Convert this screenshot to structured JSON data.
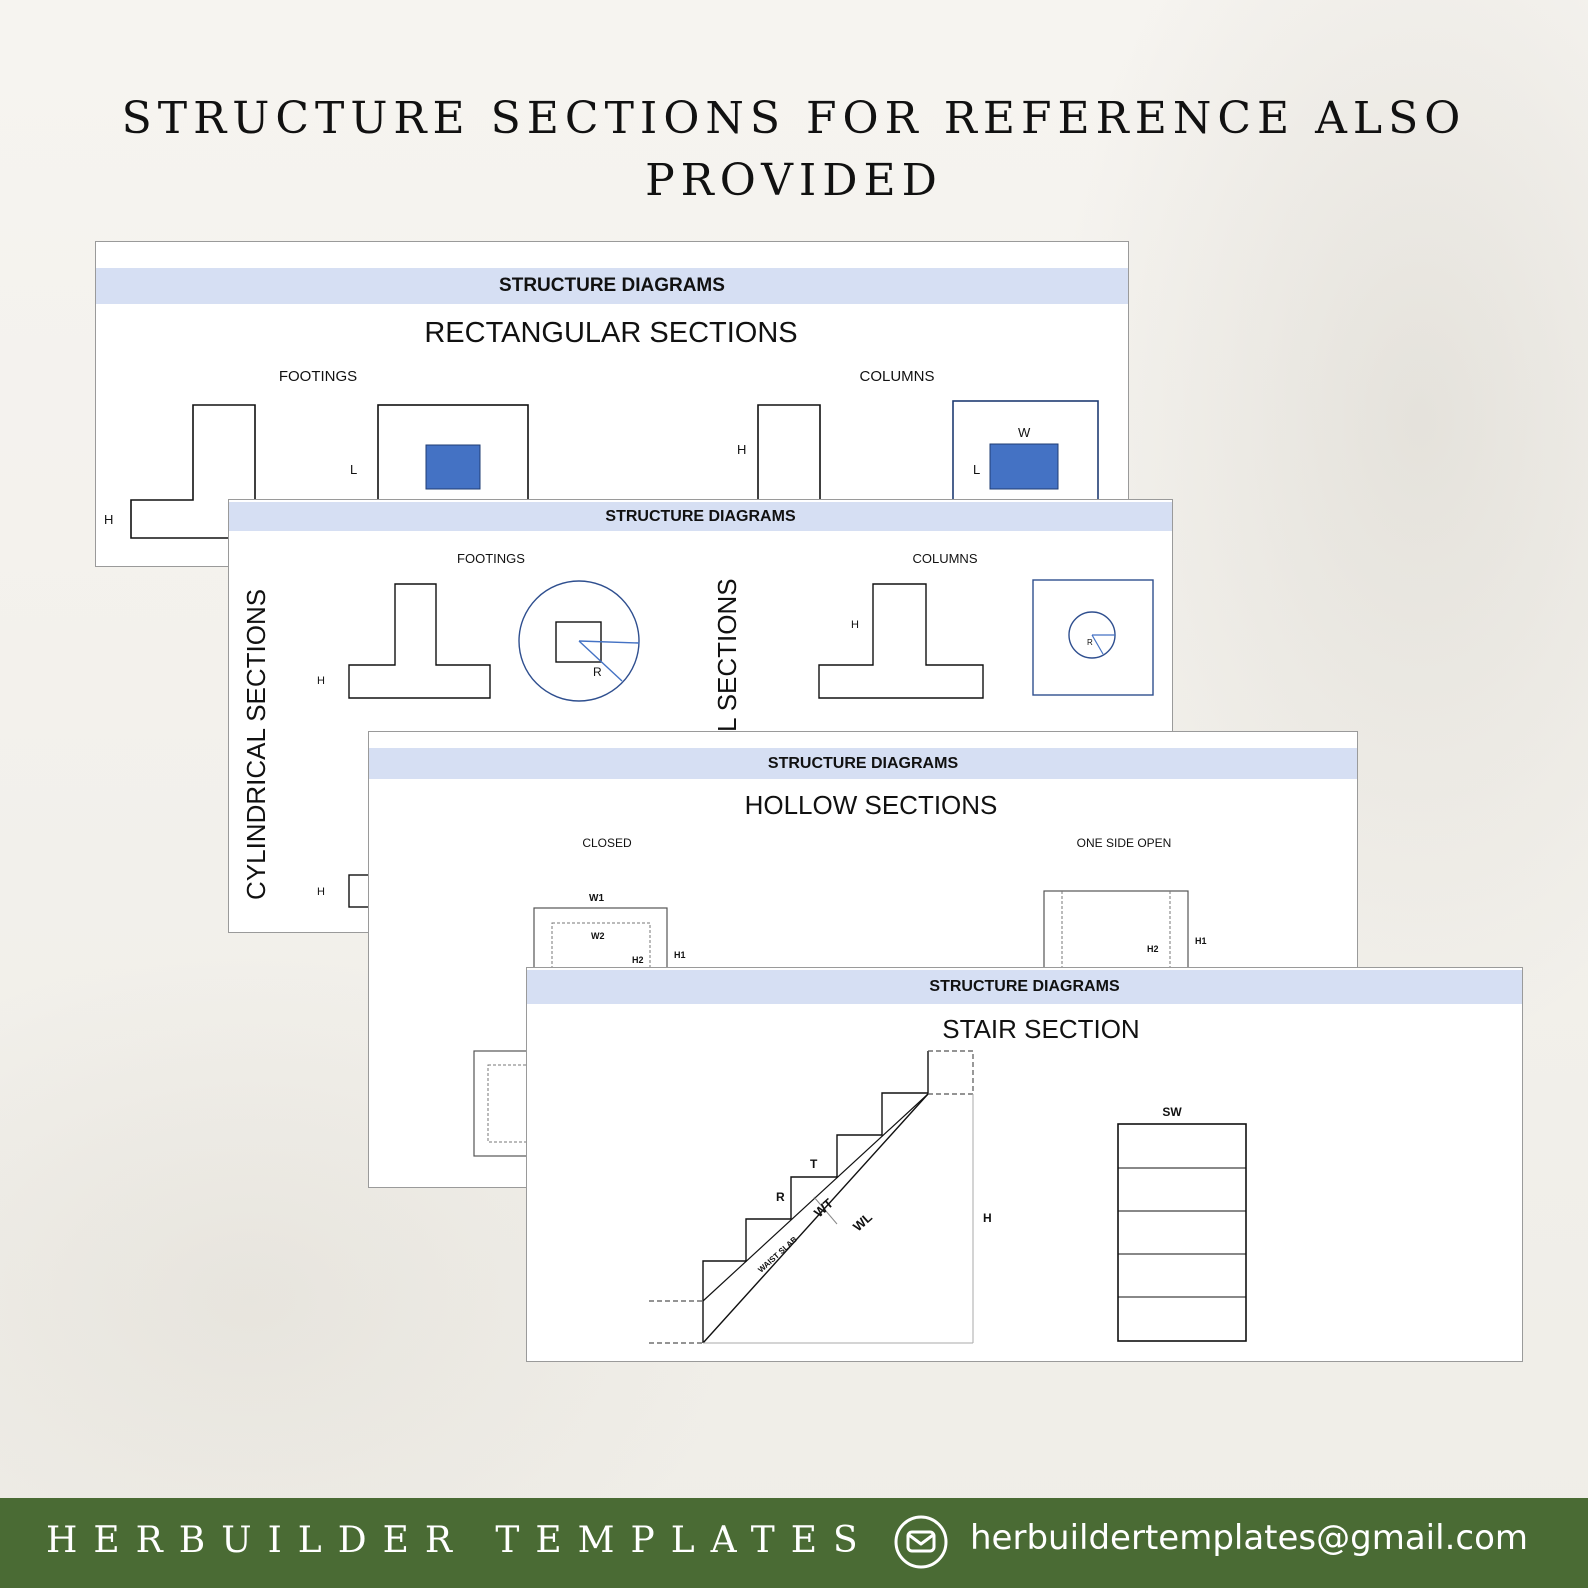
{
  "page": {
    "title_line1": "STRUCTURE SECTIONS FOR REFERENCE ALSO",
    "title_line2": "PROVIDED"
  },
  "cards": {
    "rectangular": {
      "header": "STRUCTURE DIAGRAMS",
      "subtitle": "RECTANGULAR SECTIONS",
      "footings_label": "FOOTINGS",
      "columns_label": "COLUMNS",
      "dim_h": "H",
      "dim_l": "L",
      "dim_w": "W"
    },
    "cylindrical": {
      "header": "STRUCTURE DIAGRAMS",
      "vertical_label": "CYLINDRICAL SECTIONS",
      "vertical_label_partial": "L SECTIONS",
      "footings_label": "FOOTINGS",
      "columns_label": "COLUMNS",
      "dim_h": "H",
      "dim_r": "R"
    },
    "hollow": {
      "header": "STRUCTURE DIAGRAMS",
      "subtitle": "HOLLOW SECTIONS",
      "closed_label": "CLOSED",
      "open_label": "ONE SIDE OPEN",
      "dim_w1": "W1",
      "dim_w2": "W2",
      "dim_h1": "H1",
      "dim_h2": "H2"
    },
    "stair": {
      "header": "STRUCTURE DIAGRAMS",
      "subtitle": "STAIR SECTION",
      "dim_t": "T",
      "dim_r": "R",
      "dim_wt": "WT",
      "dim_wl": "WL",
      "waist_slab": "WAIST SLAB",
      "dim_h": "H",
      "dim_sw": "SW"
    }
  },
  "footer": {
    "brand": "HERBUILDER TEMPLATES",
    "email": "herbuildertemplates@gmail.com",
    "icon": "mail-icon",
    "background_color": "#4a6b34"
  },
  "colors": {
    "header_band": "#d6dff3",
    "accent_fill": "#4472c4",
    "line_blue": "#2f4f8f"
  }
}
